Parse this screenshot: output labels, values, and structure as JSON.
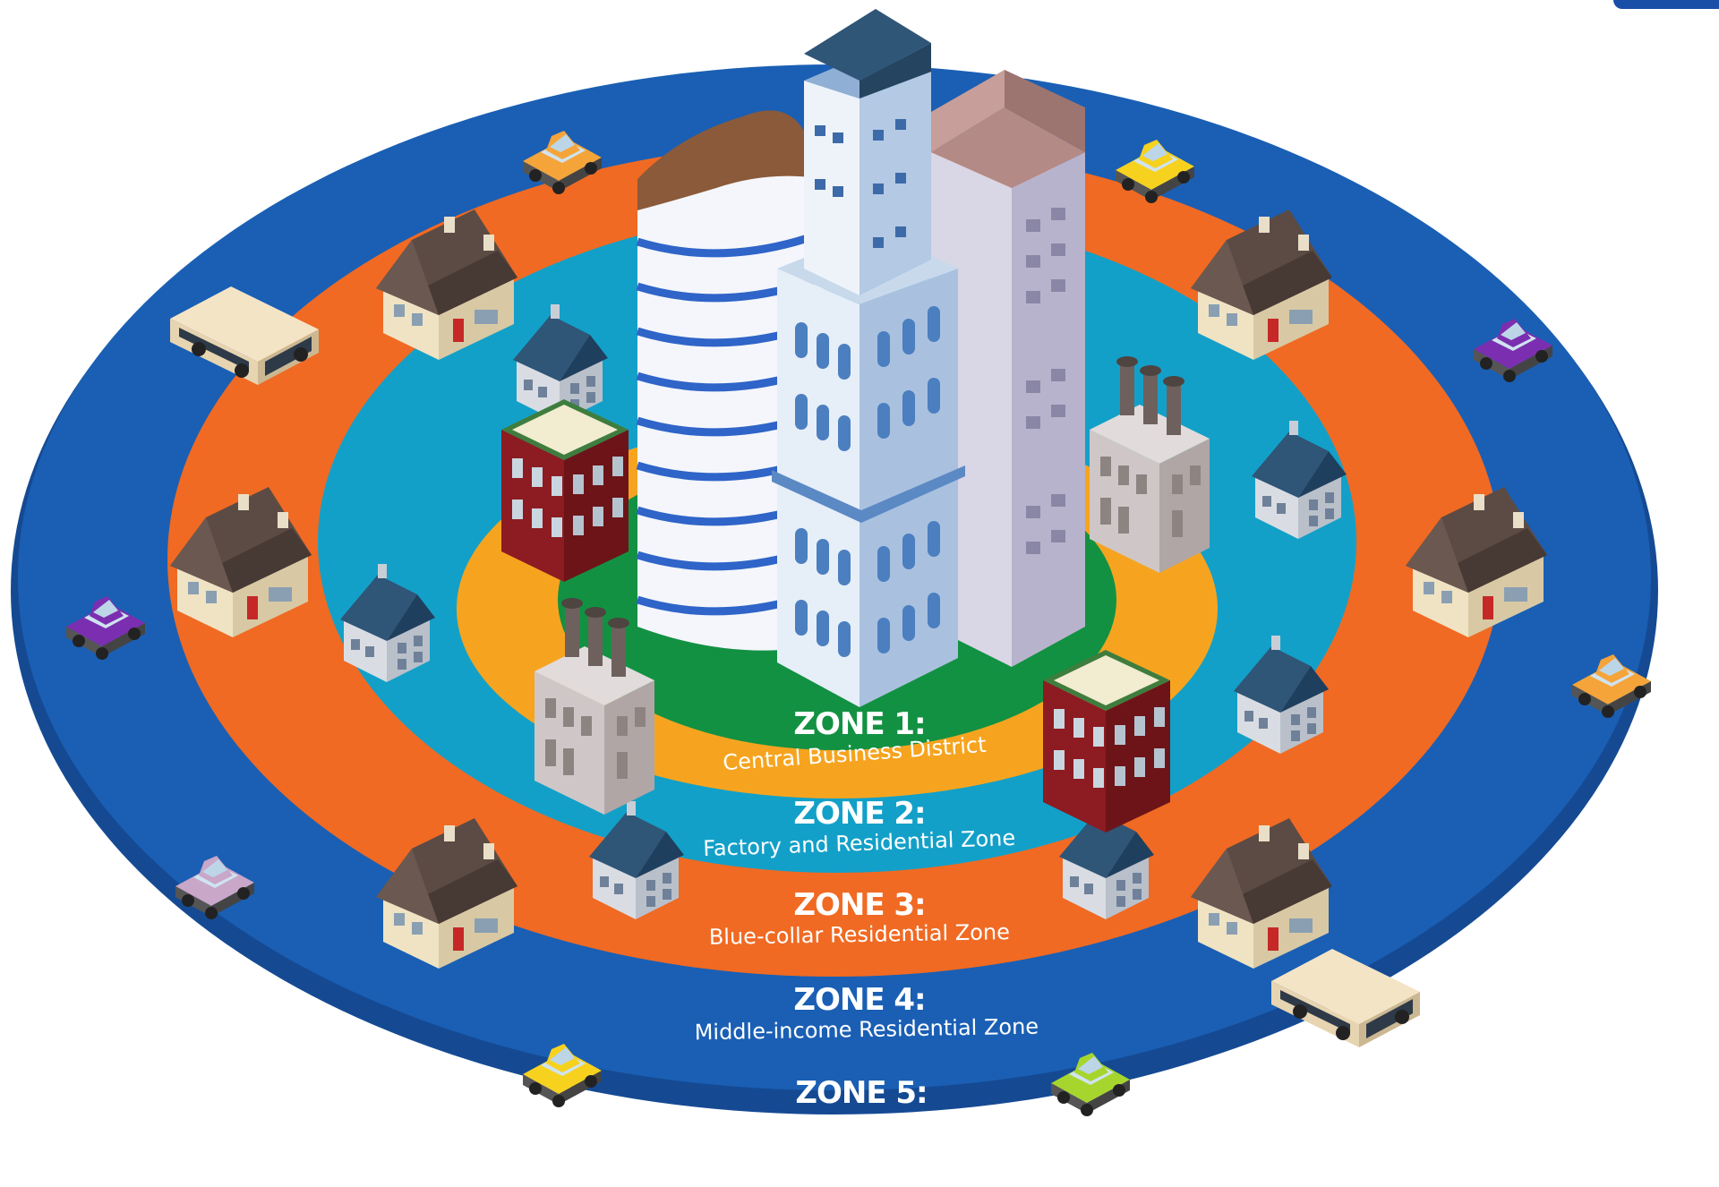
{
  "colors": {
    "background": "#ffffff",
    "zone1": "#129142",
    "zone2": "#f6a41f",
    "zone3": "#13a0c8",
    "zone4": "#f06a23",
    "zone5": "#1a5fb4",
    "rim": "#154a93",
    "label": "#ffffff"
  },
  "zones": [
    {
      "title": "ZONE 1:",
      "subtitle": "Central Business District"
    },
    {
      "title": "ZONE 2:",
      "subtitle": "Factory and Residential Zone"
    },
    {
      "title": "ZONE 3:",
      "subtitle": "Blue-collar Residential Zone"
    },
    {
      "title": "ZONE 4:",
      "subtitle": "Middle-income Residential Zone"
    },
    {
      "title": "ZONE 5:",
      "subtitle": "Commuter Zone"
    }
  ],
  "icons": {
    "buildings": [
      "skyscraper-icon",
      "curved-office-tower-icon",
      "office-block-icon",
      "factory-icon",
      "brick-apartment-icon",
      "small-house-icon",
      "suburban-house-icon"
    ],
    "vehicles": [
      "bus-icon",
      "car-icon",
      "taxi-icon",
      "pickup-truck-icon",
      "van-icon",
      "suv-icon"
    ]
  }
}
